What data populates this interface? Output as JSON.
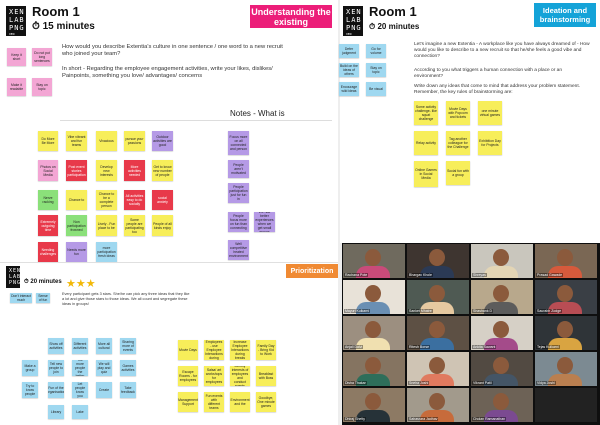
{
  "left_board": {
    "logo": {
      "line1": "XEN",
      "line2": "LAB",
      "line3": "PNG",
      "sub": "XEN LIBRARIES"
    },
    "room_title": "Room 1",
    "timer": "15 minutes",
    "section_label": "Understanding the existing",
    "rules_notes": [
      "Keep it short",
      "Do not put long sentences",
      "Make it readable",
      "Stay on topic"
    ],
    "question_text": "How would you describe Extentia's culture in one sentence / one word to a new recruit who joined your team?",
    "question_detail": "In short - Regarding the employee engagement activities, write your likes, dislikes/ Painpoints, something you love/ advantages/ concerns",
    "notes_title": "Notes - What is",
    "notes": [
      "Do More Be More",
      "Vibe vibrant and fun teams",
      "Vivacious",
      "pursue your passions",
      "Outdoor activities are good",
      "Photos on Social Media",
      "Post event stories participation",
      "Develop new interests",
      "More activities needed",
      "Get to know new number of people",
      "Nerve racking",
      "Chance to",
      "Chance to be a complete person",
      "All activities easy to do socially",
      "social anxiety",
      "Extremely outgoing time",
      "Non participation frowned",
      "Lively - Fun place to be",
      "Some people are participating too",
      "People of all kinds enjoy",
      "Needing challenges",
      "Needs more fun",
      "more participation fresh ideas"
    ],
    "middle_notes": [
      "Focus more on all connected and person",
      "People aren't motivated",
      "People participation just for fun in",
      "People focus more on fun than connecting",
      "We had better experiences when we get small groups",
      "Well competitive heated environment"
    ],
    "prioritization_tag": "Prioritization",
    "prio_timer": "20 minutes",
    "prio_text": "Every participant gets 3 stars. She/he can pick any three ideas that they like a lot and give those stars to those ideas. We all count and segregate these ideas in groups!",
    "prio_notes": [
      "Don't interact much",
      "Sense of fun"
    ],
    "bottom_notes": [
      "Show off activities",
      "Different activities",
      "More all cultural",
      "Sharing more of events",
      "Tell new people to join",
      "The more people the better",
      "We will play and quiz",
      "Games activities",
      "Try to know people",
      "Fun of the organisation",
      "Let people know you",
      "Create",
      "Take feedback",
      "Make a group",
      "Library",
      "Lake"
    ],
    "idea_notes": [
      "Movie Days",
      "Escape Rooms - for employees",
      "Management Support",
      "Existing Employees - use Employee Interactions during lunches",
      "Increase Employee Interactions during breaks",
      "Family Day - Bring Kid to Work",
      "Salsa/ art workshops for employees",
      "Identify interests of employees and conduct events",
      "Breakfast with Boss",
      "Fun events with different teams",
      "Goodbye, One minute games",
      "Environment and the"
    ]
  },
  "right_board": {
    "logo": {
      "line1": "XEN",
      "line2": "LAB",
      "line3": "PNG",
      "sub": "XEN LIBRARIES"
    },
    "room_title": "Room 1",
    "timer": "20 minutes",
    "section_label": "Ideation and brainstorming",
    "rules_notes": [
      "Defer judgment",
      "Go for volume",
      "Build on the ideas of others",
      "Stay on topic",
      "Encourage wild ideas",
      "Be visual"
    ],
    "prompt_text": "Let's imagine a new Extentia - A workplace like you have always dreamed of - How would you like to describe to a new recruit so that he/she feels a good vibe and connection?",
    "prompt_q": "According to you what triggers a human connection with a place or an environment?",
    "prompt_rules": "Write down any ideas that come to mind that address your problem statement. Remember, the key rules of brainstorming are:",
    "ideas": [
      "Some activity challenge- like squat challenge",
      "Movie Days with Popcorn and tickets",
      "one minute virtual games",
      "Relay activity",
      "Tag another colleague for the Challenge",
      "Exhibition Day for Projects",
      "Online Games in Social Media",
      "Social fun with a group"
    ]
  },
  "video_call": {
    "participants": [
      "Rachana Pote",
      "Bhargav Khole",
      "Shreyas",
      "Prasad Gawade",
      "Mayuri Kulkarni",
      "Sanket Mhatre",
      "Shashank D",
      "Saurabh Zodge",
      "Anjali Dalvi",
      "Ritesh Borse",
      "Ankita Sawant",
      "Tejas Kulkarni",
      "Disha Thakar",
      "Sneha Joshi",
      "Vikrant Patil",
      "Vidya Joshi",
      "Dhiraj Shetty",
      "Sahasrara Jadhav",
      "Cholan Ramanathan",
      ""
    ]
  },
  "colors": {
    "yellow": "#f7ee5a",
    "pink": "#f3a6d4",
    "blue": "#9fd8f0",
    "orange": "#f5b65b",
    "green": "#8be07a",
    "red": "#e8394a",
    "purple": "#b59ae6",
    "magenta_tag": "#ec1e79",
    "cyan_tag": "#14a3d8",
    "orange_tag": "#f08a33"
  }
}
